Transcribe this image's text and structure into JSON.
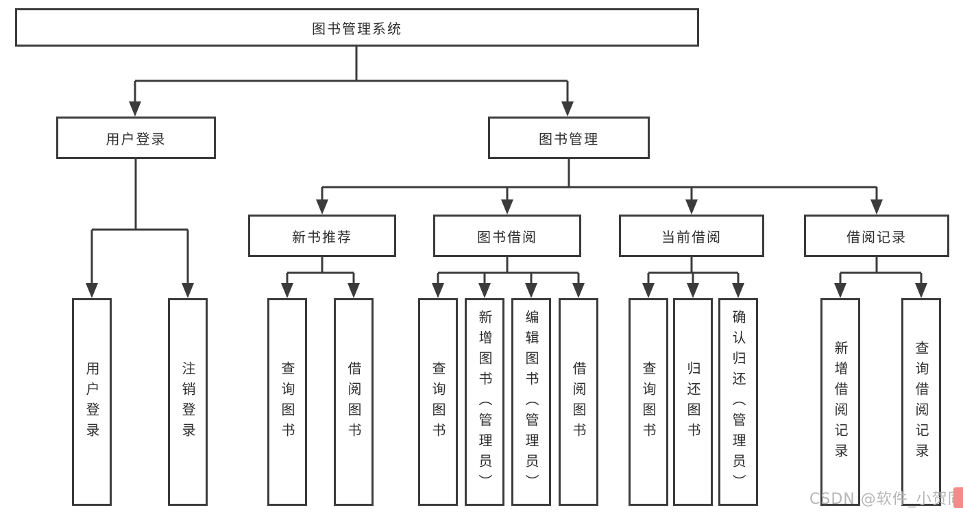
{
  "tree": {
    "label": "图书管理系统",
    "children": [
      {
        "label": "用户登录",
        "children": [
          {
            "label": "用户登录"
          },
          {
            "label": "注销登录"
          }
        ]
      },
      {
        "label": "图书管理",
        "children": [
          {
            "label": "新书推荐",
            "children": [
              {
                "label": "查询图书"
              },
              {
                "label": "借阅图书"
              }
            ]
          },
          {
            "label": "图书借阅",
            "children": [
              {
                "label": "查询图书"
              },
              {
                "label": "新增图书（管理员）"
              },
              {
                "label": "编辑图书（管理员）"
              },
              {
                "label": "借阅图书"
              }
            ]
          },
          {
            "label": "当前借阅",
            "children": [
              {
                "label": "查询图书"
              },
              {
                "label": "归还图书"
              },
              {
                "label": "确认归还（管理员）"
              }
            ]
          },
          {
            "label": "借阅记录",
            "children": [
              {
                "label": "新增借阅记录"
              },
              {
                "label": "查询借阅记录"
              }
            ]
          }
        ]
      }
    ]
  },
  "watermark": {
    "text": "CSDN @软件_小贺同学"
  },
  "colors": {
    "line": "#3b3b3b",
    "text": "#2e2e2e",
    "wm": "#b6b6b6",
    "logo": "#f48b8b"
  }
}
